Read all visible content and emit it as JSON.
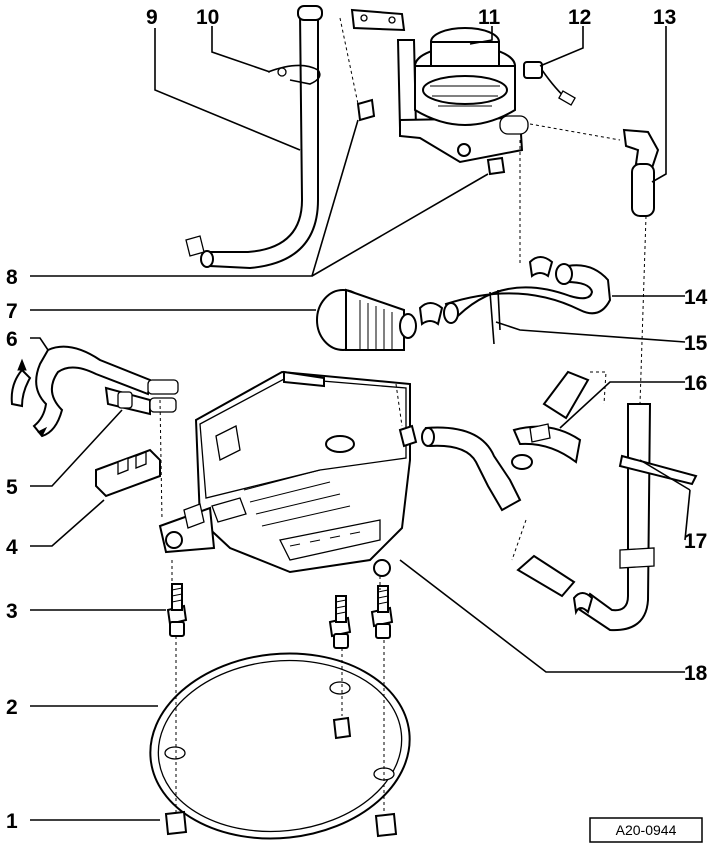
{
  "diagram": {
    "reference_code": "A20-0944",
    "callouts": [
      {
        "id": "1",
        "label": "1"
      },
      {
        "id": "2",
        "label": "2"
      },
      {
        "id": "3",
        "label": "3"
      },
      {
        "id": "4",
        "label": "4"
      },
      {
        "id": "5",
        "label": "5"
      },
      {
        "id": "6",
        "label": "6"
      },
      {
        "id": "7",
        "label": "7"
      },
      {
        "id": "8",
        "label": "8"
      },
      {
        "id": "9",
        "label": "9"
      },
      {
        "id": "10",
        "label": "10"
      },
      {
        "id": "11",
        "label": "11"
      },
      {
        "id": "12",
        "label": "12"
      },
      {
        "id": "13",
        "label": "13"
      },
      {
        "id": "14",
        "label": "14"
      },
      {
        "id": "15",
        "label": "15"
      },
      {
        "id": "16",
        "label": "16"
      },
      {
        "id": "17",
        "label": "17"
      },
      {
        "id": "18",
        "label": "18"
      }
    ]
  }
}
